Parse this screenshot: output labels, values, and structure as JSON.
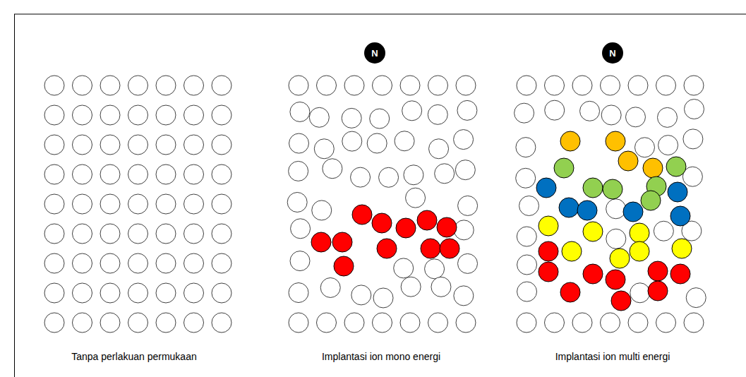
{
  "diagram": {
    "nodes": [
      {
        "text": [
          "N"
        ]
      },
      {
        "text": [
          "N"
        ]
      }
    ],
    "labels": [
      "Tanpa perlakuan permukaan",
      "Implantasi ion mono energi",
      "Implantasi ion multi energi"
    ]
  }
}
